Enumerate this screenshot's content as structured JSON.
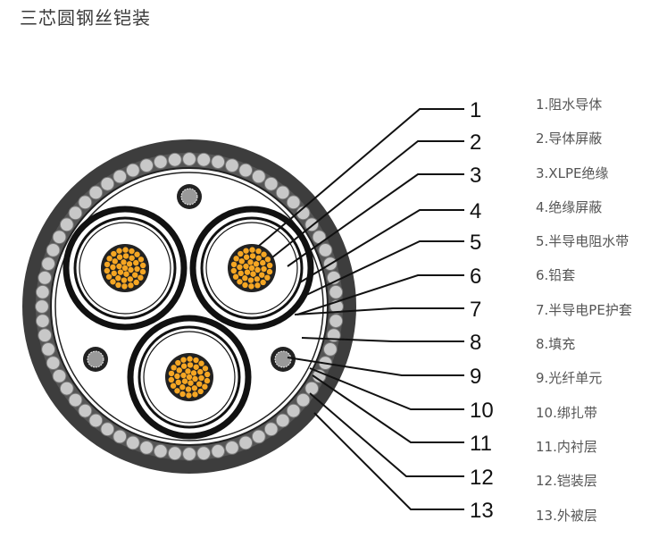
{
  "title": "三芯圆钢丝铠装",
  "numbers": [
    "1",
    "2",
    "3",
    "4",
    "5",
    "6",
    "7",
    "8",
    "9",
    "10",
    "11",
    "12",
    "13"
  ],
  "legend": [
    "1.阻水导体",
    "2.导体屏蔽",
    "3.XLPE绝缘",
    "4.绝缘屏蔽",
    "5.半导电阻水带",
    "6.铅套",
    "7.半导电PE护套",
    "8.填充",
    "9.光纤单元",
    "10.绑扎带",
    "11.内衬层",
    "12.铠装层",
    "13.外被层"
  ],
  "colors": {
    "conductor": "#f5a623",
    "armor": "#c8c8c8",
    "sheath": "#3a3a3a"
  }
}
